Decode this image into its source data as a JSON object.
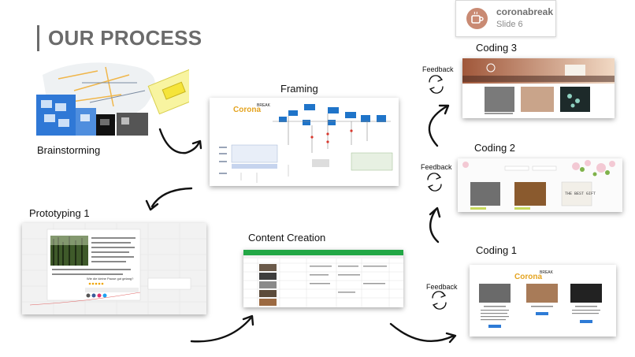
{
  "header": {
    "title": "OUR PROCESS"
  },
  "badge": {
    "name": "coronabreak",
    "slide": "Slide 6"
  },
  "stages": {
    "brainstorming": "Brainstorming",
    "framing": "Framing",
    "prototyping": "Prototyping 1",
    "content": "Content Creation",
    "coding1": "Coding 1",
    "coding2": "Coding 2",
    "coding3": "Coding 3"
  },
  "feedback": {
    "label": "Feedback"
  },
  "colors": {
    "accent": "#6b6b6b",
    "content_header": "#22a745",
    "framing_box": "#1f74c9"
  }
}
